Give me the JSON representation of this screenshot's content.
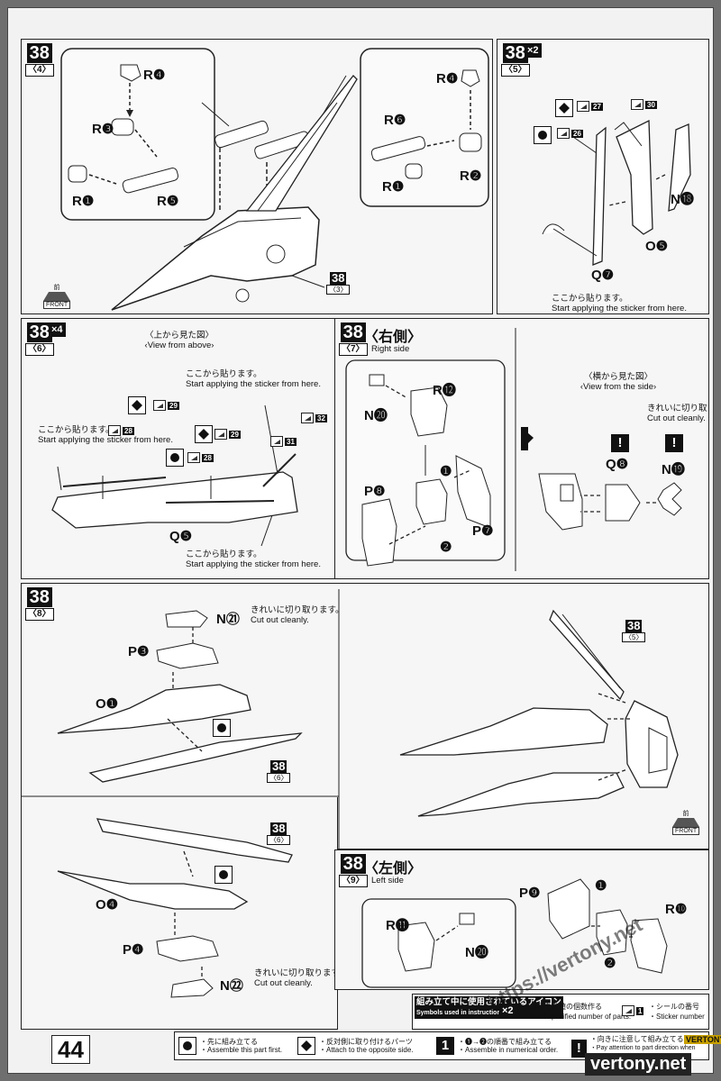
{
  "page_number": "44",
  "step": "38",
  "panels": {
    "p4": {
      "sub": "〈4〉",
      "labels": [
        "R❹",
        "R❸",
        "R❶",
        "R❺",
        "R❹",
        "R❻",
        "R❶",
        "R❷"
      ],
      "ref_sub": "〈3〉",
      "front_jp": "前",
      "front_en": "FRONT"
    },
    "p5": {
      "sub": "〈5〉",
      "mult": "×2",
      "stickers": [
        "27",
        "30",
        "26"
      ],
      "labels": [
        "N⓲",
        "O❺",
        "Q❼"
      ],
      "note_jp": "ここから貼ります。",
      "note_en": "Start applying the sticker from here."
    },
    "p6": {
      "sub": "〈6〉",
      "mult": "×4",
      "view_jp": "〈上から見た図〉",
      "view_en": "‹View from above›",
      "note1_jp": "ここから貼ります。",
      "note1_en": "Start applying the sticker from here.",
      "note2_jp": "ここから貼ります。",
      "note2_en": "Start applying the sticker from here.",
      "note3_jp": "ここから貼ります。",
      "note3_en": "Start applying the sticker from here.",
      "stickers": [
        "29",
        "32",
        "28",
        "29",
        "31",
        "28"
      ],
      "label": "Q❺"
    },
    "p7": {
      "sub": "〈7〉",
      "heading": "〈右側〉",
      "heading_en": "Right side",
      "labels": [
        "R⓬",
        "N⓴",
        "P❽",
        "P❼"
      ],
      "arrows": [
        "❶",
        "❷"
      ],
      "view_jp": "〈横から見た図〉",
      "view_en": "‹View from the side›",
      "cut_jp": "きれいに切り取ります。",
      "cut_en": "Cut out cleanly.",
      "labels2": [
        "Q❽",
        "N⓳"
      ]
    },
    "p8": {
      "sub": "〈8〉",
      "labels": [
        "N㉑",
        "P❸",
        "O❶",
        "O❹",
        "P❹",
        "N㉒"
      ],
      "cut_jp": "きれいに切り取ります。",
      "cut_en": "Cut out cleanly.",
      "cut2_jp": "きれいに切り取ります。",
      "cut2_en": "Cut out cleanly.",
      "ref_sub": "〈6〉",
      "ref_sub2": "〈5〉",
      "ref_sub3": "〈6〉",
      "front_jp": "前",
      "front_en": "FRONT"
    },
    "p9": {
      "sub": "〈9〉",
      "heading": "〈左側〉",
      "heading_en": "Left side",
      "labels": [
        "P❾",
        "R⓫",
        "N⓴",
        "R❿"
      ],
      "arrows": [
        "❶",
        "❷"
      ]
    }
  },
  "legend": {
    "title_jp": "組み立て中に使用されているアイコン",
    "title_en": "Symbols used in instructions",
    "items": [
      {
        "jp": "・先に組み立てる",
        "en": "・Assemble this part first."
      },
      {
        "jp": "・反対側に取り付けるパーツ",
        "en": "・Attach to the opposite side."
      },
      {
        "jp": "・❶→❷の順番で組み立てる",
        "en": "・Assemble in numerical order."
      },
      {
        "jp": "・向きに注意して組み立てる",
        "en": "・Pay attention to part direction when assembling."
      }
    ],
    "mult_jp": "・部品を数値の個数作る",
    "mult_en": "・Build specified number of parts.",
    "sticker_jp": "・シールの番号",
    "sticker_en": "・Sticker number",
    "mult_icon": "×2",
    "sticker_icon": "1"
  },
  "watermark": {
    "url": "https://vertony.net",
    "brand": "vertony.net",
    "brand_small": "VERTONY"
  }
}
